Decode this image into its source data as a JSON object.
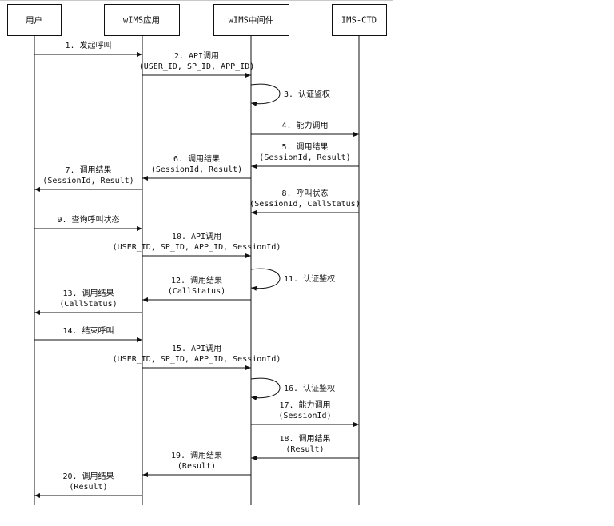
{
  "participants": [
    {
      "id": "user",
      "label": "用户"
    },
    {
      "id": "app",
      "label": "wIMS应用"
    },
    {
      "id": "mid",
      "label": "wIMS中间件"
    },
    {
      "id": "ctd",
      "label": "IMS-CTD"
    }
  ],
  "messages": [
    {
      "id": "m1",
      "from": "user",
      "to": "app",
      "lines": [
        "1. 发起呼叫"
      ]
    },
    {
      "id": "m2",
      "from": "app",
      "to": "mid",
      "lines": [
        "2. API调用",
        "(USER_ID, SP_ID, APP_ID)"
      ]
    },
    {
      "id": "m3",
      "from": "mid",
      "to": "mid",
      "lines": [
        "3. 认证鉴权"
      ]
    },
    {
      "id": "m4",
      "from": "mid",
      "to": "ctd",
      "lines": [
        "4. 能力调用"
      ]
    },
    {
      "id": "m5",
      "from": "ctd",
      "to": "mid",
      "lines": [
        "5. 调用结果",
        "(SessionId, Result)"
      ]
    },
    {
      "id": "m6",
      "from": "mid",
      "to": "app",
      "lines": [
        "6. 调用结果",
        "(SessionId, Result)"
      ]
    },
    {
      "id": "m7",
      "from": "app",
      "to": "user",
      "lines": [
        "7. 调用结果",
        "(SessionId, Result)"
      ]
    },
    {
      "id": "m8",
      "from": "ctd",
      "to": "mid",
      "lines": [
        "8. 呼叫状态",
        "(SessionId, CallStatus)"
      ]
    },
    {
      "id": "m9",
      "from": "user",
      "to": "app",
      "lines": [
        "9. 查询呼叫状态"
      ]
    },
    {
      "id": "m10",
      "from": "app",
      "to": "mid",
      "lines": [
        "10. API调用",
        "(USER_ID, SP_ID, APP_ID, SessionId)"
      ]
    },
    {
      "id": "m11",
      "from": "mid",
      "to": "mid",
      "lines": [
        "11. 认证鉴权"
      ]
    },
    {
      "id": "m12",
      "from": "mid",
      "to": "app",
      "lines": [
        "12. 调用结果",
        "(CallStatus)"
      ]
    },
    {
      "id": "m13",
      "from": "app",
      "to": "user",
      "lines": [
        "13. 调用结果",
        "(CallStatus)"
      ]
    },
    {
      "id": "m14",
      "from": "user",
      "to": "app",
      "lines": [
        "14. 结束呼叫"
      ]
    },
    {
      "id": "m15",
      "from": "app",
      "to": "mid",
      "lines": [
        "15. API调用",
        "(USER_ID, SP_ID, APP_ID, SessionId)"
      ]
    },
    {
      "id": "m16",
      "from": "mid",
      "to": "mid",
      "lines": [
        "16. 认证鉴权"
      ]
    },
    {
      "id": "m17",
      "from": "mid",
      "to": "ctd",
      "lines": [
        "17. 能力调用",
        "(SessionId)"
      ]
    },
    {
      "id": "m18",
      "from": "ctd",
      "to": "mid",
      "lines": [
        "18. 调用结果",
        "(Result)"
      ]
    },
    {
      "id": "m19",
      "from": "mid",
      "to": "app",
      "lines": [
        "19. 调用结果",
        "(Result)"
      ]
    },
    {
      "id": "m20",
      "from": "app",
      "to": "user",
      "lines": [
        "20. 调用结果",
        "(Result)"
      ]
    }
  ]
}
